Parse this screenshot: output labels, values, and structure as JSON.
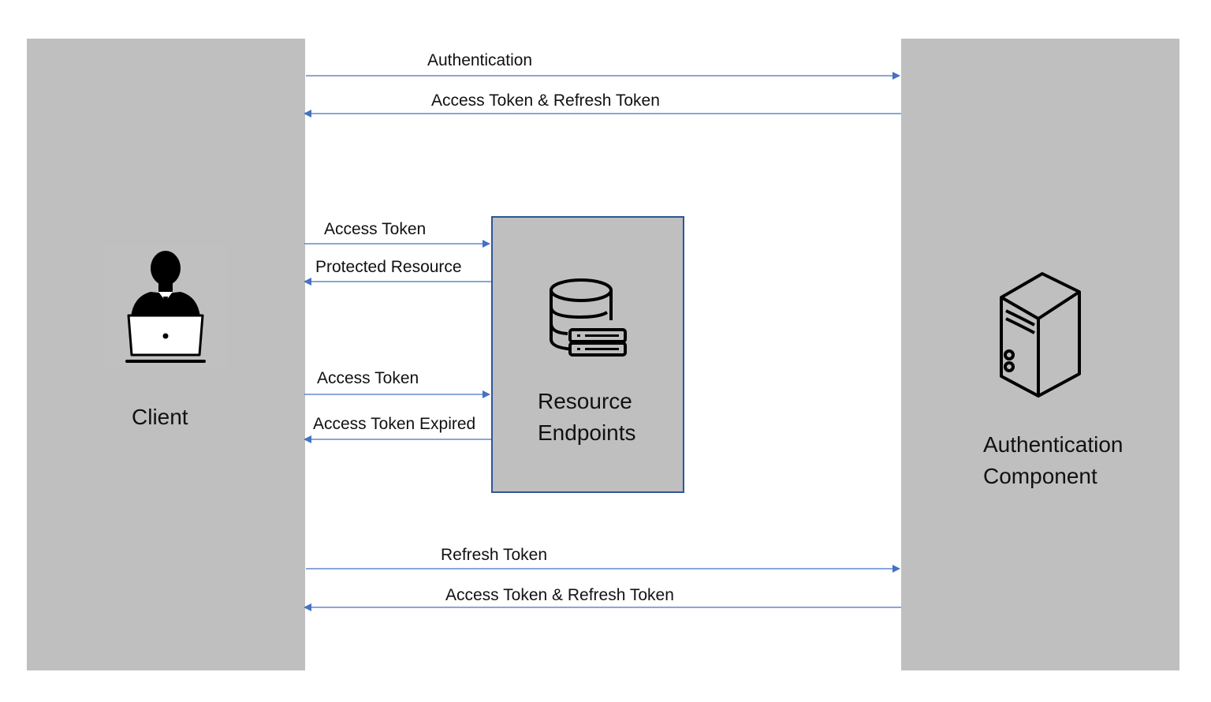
{
  "nodes": {
    "client": {
      "label": "Client",
      "icon": "user-laptop-icon"
    },
    "resource": {
      "label_line1": "Resource",
      "label_line2": "Endpoints",
      "icon": "database-server-icon"
    },
    "auth": {
      "label_line1": "Authentication",
      "label_line2": "Component",
      "icon": "server-tower-icon"
    }
  },
  "flows": [
    {
      "label": "Authentication",
      "from": "client",
      "to": "auth"
    },
    {
      "label": "Access Token & Refresh Token",
      "from": "auth",
      "to": "client"
    },
    {
      "label": "Access Token",
      "from": "client",
      "to": "resource"
    },
    {
      "label": "Protected Resource",
      "from": "resource",
      "to": "client"
    },
    {
      "label": "Access Token",
      "from": "client",
      "to": "resource"
    },
    {
      "label": "Access Token Expired",
      "from": "resource",
      "to": "client"
    },
    {
      "label": "Refresh Token",
      "from": "client",
      "to": "auth"
    },
    {
      "label": "Access Token & Refresh Token",
      "from": "auth",
      "to": "client"
    }
  ],
  "colors": {
    "block_fill": "#bfbfbf",
    "arrow": "#4472c4",
    "resource_border": "#2f5597"
  }
}
